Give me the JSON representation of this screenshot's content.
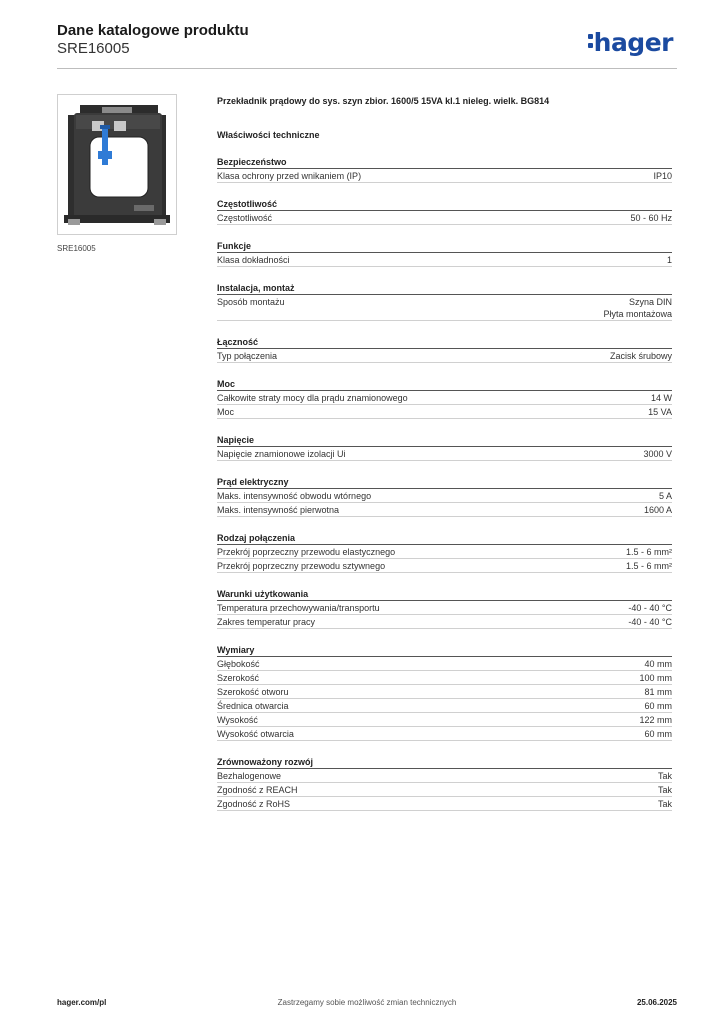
{
  "header": {
    "title": "Dane katalogowe produktu",
    "subtitle": "SRE16005",
    "logo": "hager",
    "brand_color": "#1b4aa0"
  },
  "image": {
    "caption": "SRE16005",
    "icon": "current-transformer-photo"
  },
  "product_description": "Przekładnik prądowy do sys. szyn zbior. 1600/5 15VA kl.1 nieleg. wielk. BG814",
  "tech_title": "Właściwości techniczne",
  "sections": [
    {
      "title": "Bezpieczeństwo",
      "rows": [
        {
          "label": "Klasa ochrony przed wnikaniem (IP)",
          "value": "IP10"
        }
      ]
    },
    {
      "title": "Częstotliwość",
      "rows": [
        {
          "label": "Częstotliwość",
          "value": "50 - 60 Hz"
        }
      ]
    },
    {
      "title": "Funkcje",
      "rows": [
        {
          "label": "Klasa dokładności",
          "value": "1"
        }
      ]
    },
    {
      "title": "Instalacja, montaż",
      "rows": [
        {
          "label": "Sposób montażu",
          "value": "Szyna DIN\nPłyta montażowa"
        }
      ]
    },
    {
      "title": "Łączność",
      "rows": [
        {
          "label": "Typ połączenia",
          "value": "Zacisk śrubowy"
        }
      ]
    },
    {
      "title": "Moc",
      "rows": [
        {
          "label": "Całkowite straty mocy dla prądu znamionowego",
          "value": "14 W"
        },
        {
          "label": "Moc",
          "value": "15 VA"
        }
      ]
    },
    {
      "title": "Napięcie",
      "rows": [
        {
          "label": "Napięcie znamionowe izolacji Ui",
          "value": "3000 V"
        }
      ]
    },
    {
      "title": "Prąd elektryczny",
      "rows": [
        {
          "label": "Maks. intensywność obwodu wtórnego",
          "value": "5 A"
        },
        {
          "label": "Maks. intensywność pierwotna",
          "value": "1600 A"
        }
      ]
    },
    {
      "title": "Rodzaj połączenia",
      "rows": [
        {
          "label": "Przekrój poprzeczny przewodu elastycznego",
          "value": "1.5 - 6 mm²"
        },
        {
          "label": "Przekrój poprzeczny przewodu sztywnego",
          "value": "1.5 - 6 mm²"
        }
      ]
    },
    {
      "title": "Warunki użytkowania",
      "rows": [
        {
          "label": "Temperatura przechowywania/transportu",
          "value": "-40 - 40 °C"
        },
        {
          "label": "Zakres temperatur pracy",
          "value": "-40 - 40 °C"
        }
      ]
    },
    {
      "title": "Wymiary",
      "rows": [
        {
          "label": "Głębokość",
          "value": "40 mm"
        },
        {
          "label": "Szerokość",
          "value": "100 mm"
        },
        {
          "label": "Szerokość otworu",
          "value": "81 mm"
        },
        {
          "label": "Średnica otwarcia",
          "value": "60 mm"
        },
        {
          "label": "Wysokość",
          "value": "122 mm"
        },
        {
          "label": "Wysokość otwarcia",
          "value": "60 mm"
        }
      ]
    },
    {
      "title": "Zrównoważony rozwój",
      "rows": [
        {
          "label": "Bezhalogenowe",
          "value": "Tak"
        },
        {
          "label": "Zgodność z REACH",
          "value": "Tak"
        },
        {
          "label": "Zgodność z RoHS",
          "value": "Tak"
        }
      ]
    }
  ],
  "footer": {
    "left": "hager.com/pl",
    "center": "Zastrzegamy sobie możliwość zmian technicznych",
    "right": "25.06.2025"
  }
}
